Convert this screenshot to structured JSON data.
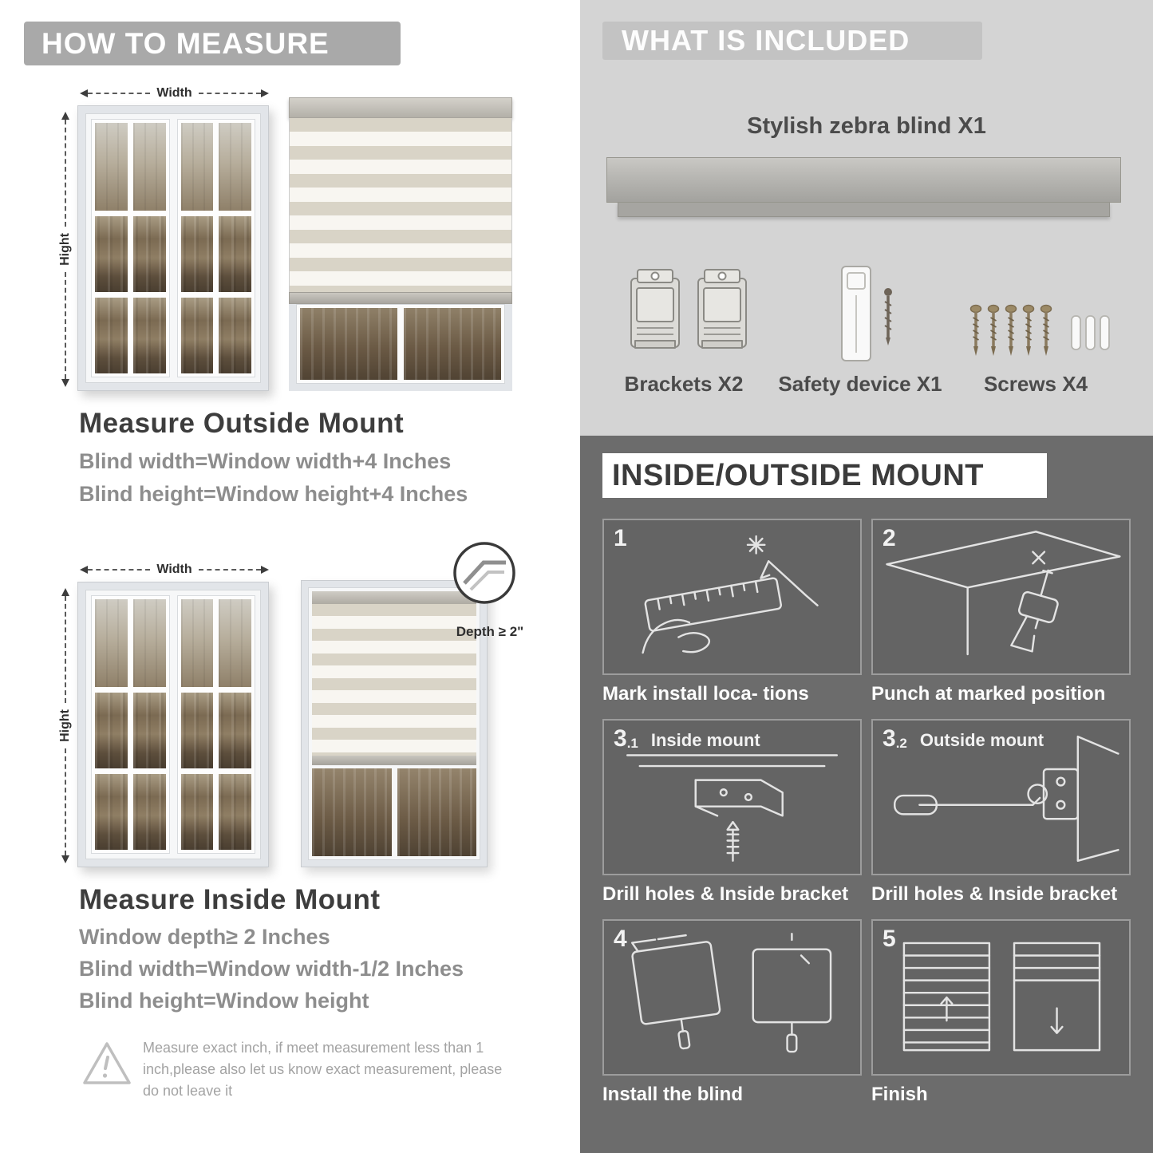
{
  "colors": {
    "left_header_bar": "#a9a9a9",
    "included_background": "#d4d4d4",
    "included_header_bar": "#c3c3c3",
    "dark_section_background": "#6c6c6c",
    "title_text": "#3d3d3d",
    "gray_text": "#8d8d8d"
  },
  "how_to_measure": {
    "header": "HOW TO MEASURE",
    "width_label": "Width",
    "height_label": "Hight",
    "outside": {
      "title": "Measure Outside Mount",
      "lines": [
        "Blind width=Window width+4 Inches",
        "Blind height=Window height+4 Inches"
      ]
    },
    "inside": {
      "depth_callout": "Depth ≥ 2\"",
      "title": "Measure Inside Mount",
      "lines": [
        "Window depth≥ 2 Inches",
        "Blind width=Window width-1/2 Inches",
        "Blind height=Window height"
      ]
    },
    "warning_text": "Measure exact inch, if meet measurement less than 1 inch,please also let us know exact measurement, please do not leave it"
  },
  "what_is_included": {
    "header": "WHAT IS INCLUDED",
    "blind_label": "Stylish zebra blind X1",
    "items": [
      {
        "label": "Brackets X2"
      },
      {
        "label": "Safety device X1"
      },
      {
        "label": "Screws X4"
      }
    ]
  },
  "mount_guide": {
    "header": "INSIDE/OUTSIDE MOUNT",
    "steps": [
      {
        "num": "1",
        "sub": "",
        "inner_label": "",
        "caption": "Mark install loca- tions"
      },
      {
        "num": "2",
        "sub": "",
        "inner_label": "",
        "caption": "Punch at  marked position"
      },
      {
        "num": "3",
        "sub": ".1",
        "inner_label": "Inside mount",
        "caption": "Drill holes &  Inside bracket"
      },
      {
        "num": "3",
        "sub": ".2",
        "inner_label": "Outside mount",
        "caption": "Drill holes &  Inside bracket"
      },
      {
        "num": "4",
        "sub": "",
        "inner_label": "",
        "caption": "Install the blind"
      },
      {
        "num": "5",
        "sub": "",
        "inner_label": "",
        "caption": "Finish"
      }
    ]
  }
}
